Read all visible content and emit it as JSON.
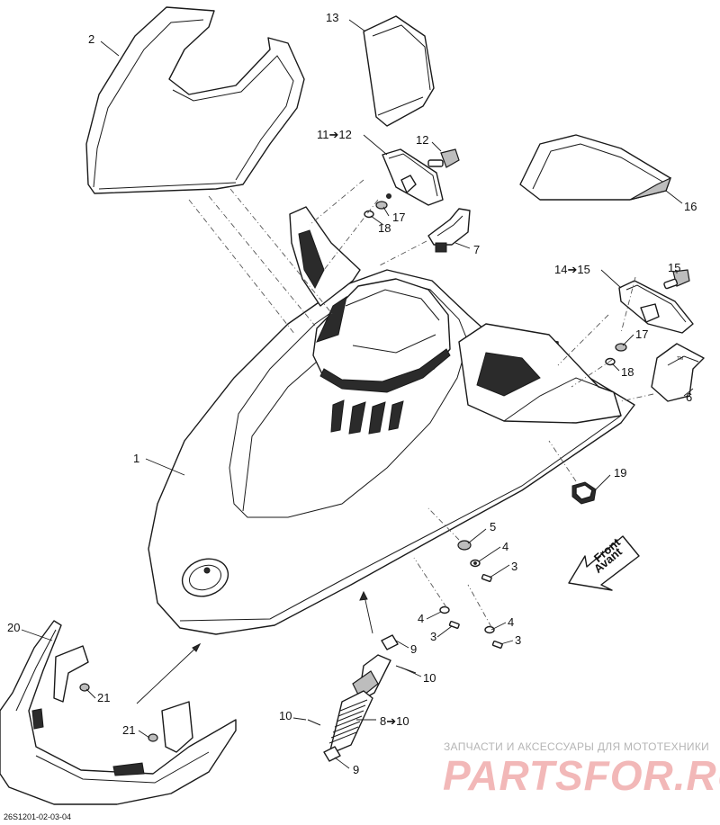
{
  "callouts": {
    "c1": "1",
    "c2": "2",
    "c3a": "3",
    "c3b": "3",
    "c3c": "3",
    "c4a": "4",
    "c4b": "4",
    "c4c": "4",
    "c5": "5",
    "c6": "6",
    "c7": "7",
    "c8_10": "8➔10",
    "c9a": "9",
    "c9b": "9",
    "c10a": "10",
    "c10b": "10",
    "c11_12": "11➔12",
    "c12": "12",
    "c13": "13",
    "c14_15": "14➔15",
    "c15": "15",
    "c16": "16",
    "c17a": "17",
    "c17b": "17",
    "c18a": "18",
    "c18b": "18",
    "c19": "19",
    "c20": "20",
    "c21a": "21",
    "c21b": "21"
  },
  "direction_arrow": {
    "line1": "Front",
    "line2": "Avant"
  },
  "watermark": {
    "tagline": "ЗАПЧАСТИ И АКСЕССУАРЫ ДЛЯ МОТОТЕХНИКИ",
    "brand": "PARTSFOR.RU"
  },
  "drawing_id": "26S1201-02-03-04"
}
